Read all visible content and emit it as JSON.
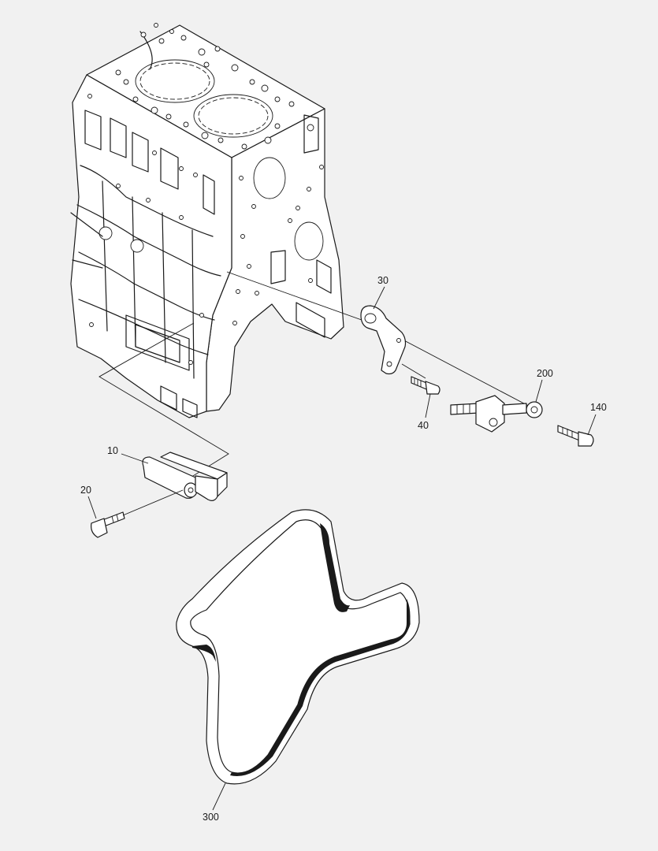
{
  "callouts": {
    "c10": "10",
    "c20": "20",
    "c30": "30",
    "c40": "40",
    "c140": "140",
    "c200": "200",
    "c300": "300"
  }
}
